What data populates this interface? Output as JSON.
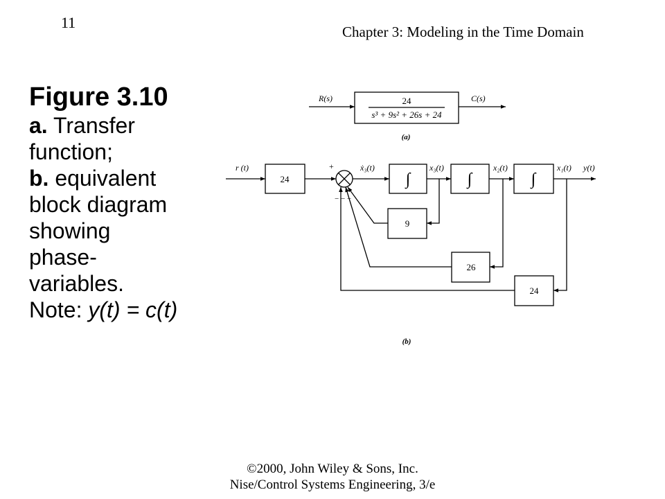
{
  "header": {
    "slide_number": "11",
    "chapter_title": "Chapter 3: Modeling in the Time Domain"
  },
  "caption": {
    "figure_title": "Figure 3.10",
    "part_a_label": "a.",
    "part_a_text": " Transfer",
    "line_function": "function;",
    "part_b_label": "b.",
    "part_b_text": " equivalent",
    "line_block": "block diagram",
    "line_showing": "showing",
    "line_phase": "phase-",
    "line_variables": "variables.",
    "note_prefix": "Note: ",
    "note_expr": "y(t) = c(t)"
  },
  "diagram_a": {
    "input_label": "R(s)",
    "output_label": "C(s)",
    "numerator": "24",
    "denominator": "s³ + 9s² + 26s + 24",
    "sublabel": "(a)"
  },
  "diagram_b": {
    "input_label": "r (t)",
    "gain_block": "24",
    "sum_plus": "+",
    "sum_minus": "− − −",
    "x3dot_label": "ẋ₃(t)",
    "integrator_symbol": "∫",
    "x3_label": "x₃(t)",
    "x2_label": "x₂(t)",
    "x1_label": "x₁(t)",
    "y_label": "y(t)",
    "feedback_9": "9",
    "feedback_26": "26",
    "feedback_24": "24",
    "sublabel": "(b)"
  },
  "footer": {
    "copyright": "©2000, John Wiley & Sons, Inc.",
    "book": "Nise/Control Systems Engineering, 3/e"
  }
}
